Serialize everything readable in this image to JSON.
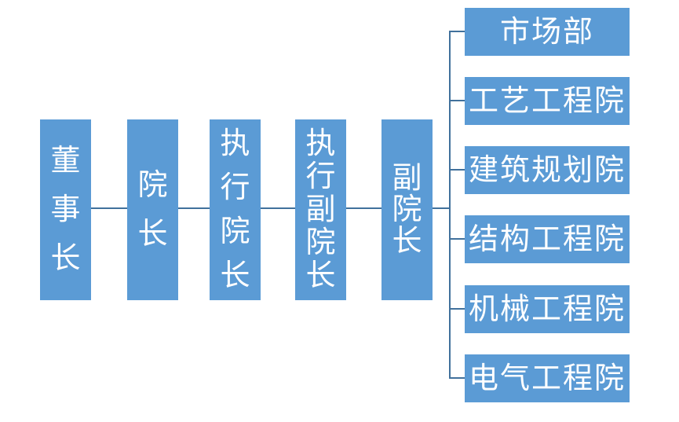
{
  "diagram": {
    "colors": {
      "box_fill": "#5B9BD5",
      "line": "#41719C",
      "text": "#FFFFFF",
      "background": "#FFFFFF"
    },
    "chain": [
      {
        "id": "chairman",
        "label": "董事长"
      },
      {
        "id": "president",
        "label": "院长"
      },
      {
        "id": "executive-president",
        "label": "执行院长"
      },
      {
        "id": "executive-vice-president",
        "label": "执行副院长"
      },
      {
        "id": "vice-president",
        "label": "副院长"
      }
    ],
    "departments": [
      {
        "id": "marketing-dept",
        "label": "市场部"
      },
      {
        "id": "process-engineering-institute",
        "label": "工艺工程院"
      },
      {
        "id": "architecture-planning-institute",
        "label": "建筑规划院"
      },
      {
        "id": "structural-engineering-institute",
        "label": "结构工程院"
      },
      {
        "id": "mechanical-engineering-institute",
        "label": "机械工程院"
      },
      {
        "id": "electrical-engineering-institute",
        "label": "电气工程院"
      }
    ]
  }
}
